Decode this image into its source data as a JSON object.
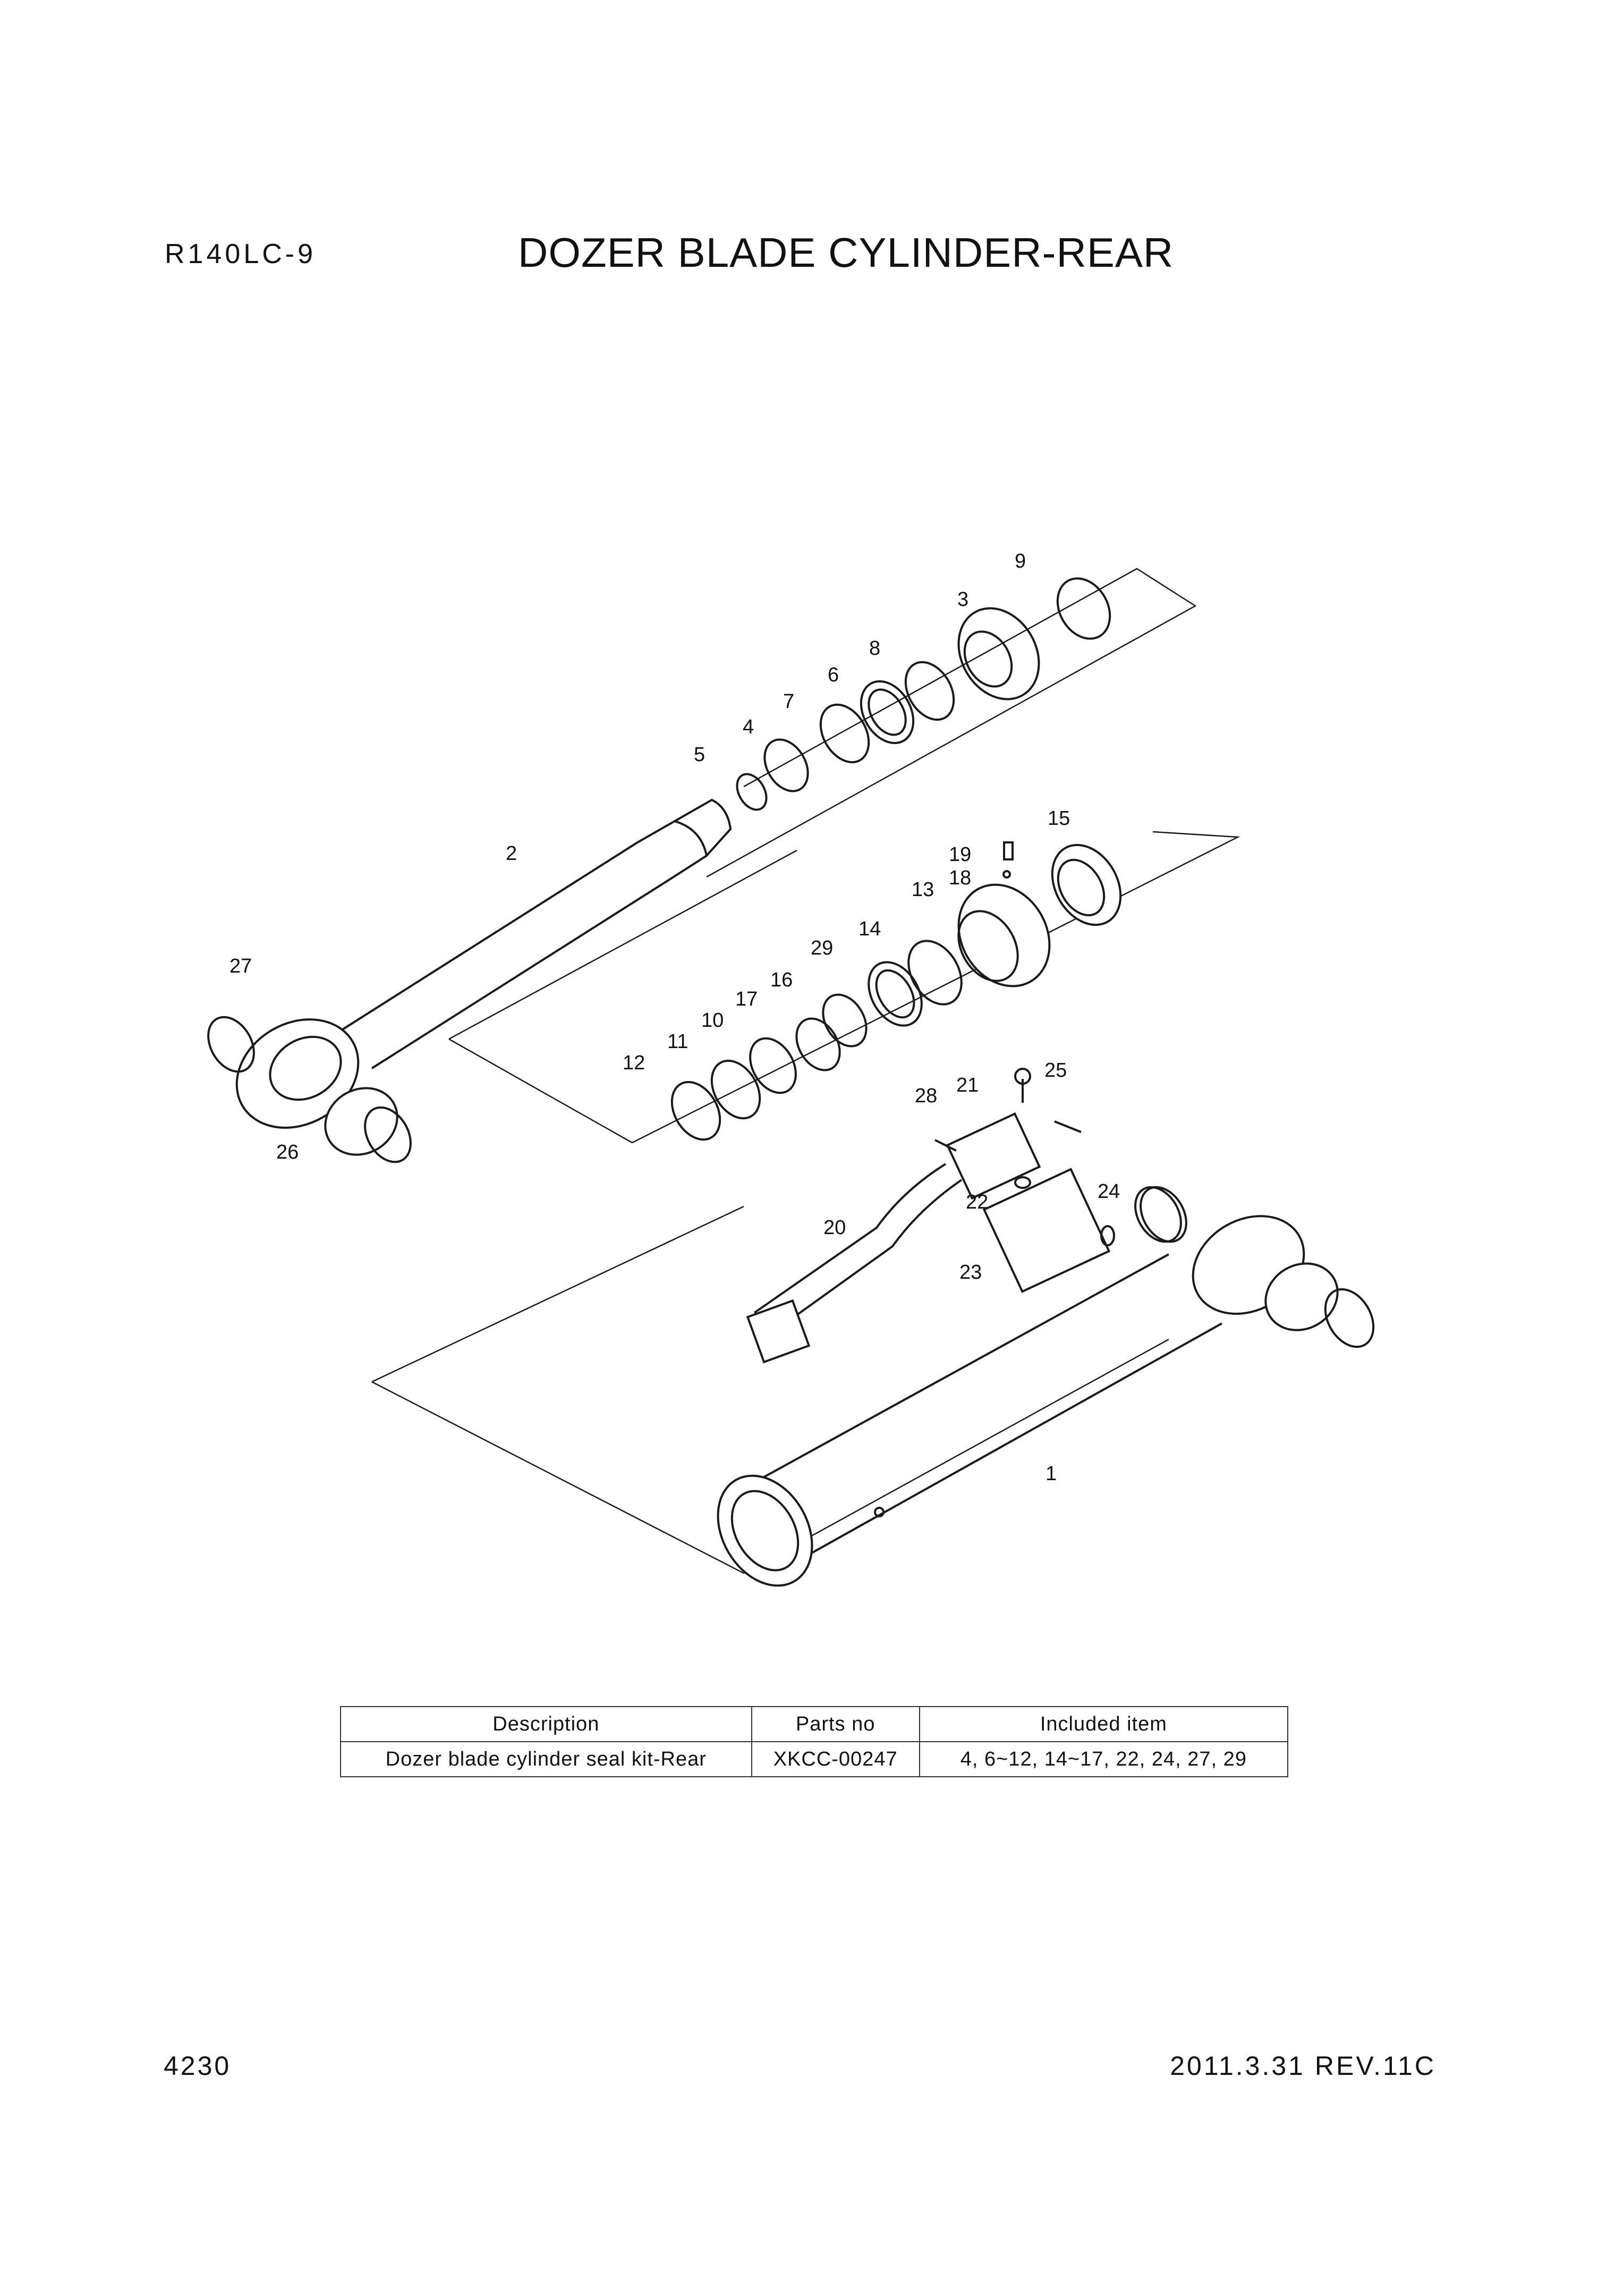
{
  "header": {
    "model": "R140LC-9",
    "title": "DOZER BLADE CYLINDER-REAR"
  },
  "callouts": [
    "1",
    "2",
    "3",
    "4",
    "5",
    "6",
    "7",
    "8",
    "9",
    "10",
    "11",
    "12",
    "13",
    "14",
    "15",
    "16",
    "17",
    "18",
    "19",
    "20",
    "21",
    "22",
    "23",
    "24",
    "25",
    "26",
    "27",
    "28",
    "29"
  ],
  "kit_table": {
    "headers": [
      "Description",
      "Parts no",
      "Included item"
    ],
    "row": [
      "Dozer blade cylinder seal kit-Rear",
      "XKCC-00247",
      "4, 6~12, 14~17, 22, 24, 27, 29"
    ]
  },
  "footer": {
    "page": "4230",
    "revision": "2011.3.31 REV.11C"
  }
}
